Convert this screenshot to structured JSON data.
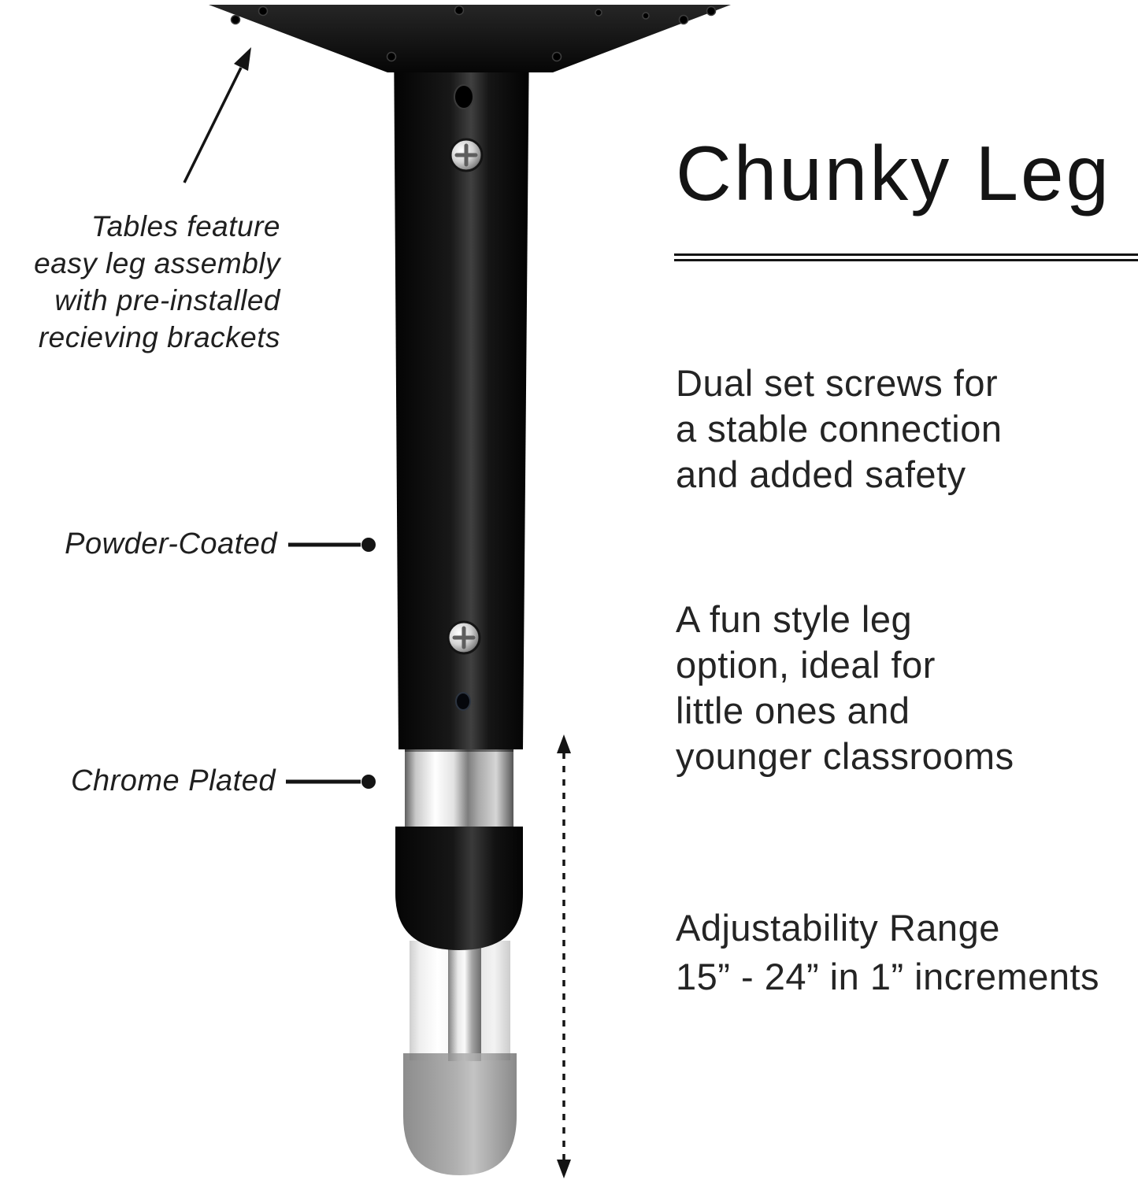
{
  "colors": {
    "background": "#ffffff",
    "ink": "#141414",
    "body_text": "#242424",
    "chrome_light": "#f2f2f2",
    "chrome_dark": "#5a5a5a",
    "ghost_gray": "#8f8f8f"
  },
  "left_annotations": {
    "assembly_note": {
      "lines": [
        "Tables feature",
        "easy leg assembly",
        "with pre-installed",
        "recieving brackets"
      ]
    },
    "powder_coated": "Powder-Coated",
    "chrome_plated": "Chrome Plated"
  },
  "right_panel": {
    "title": "Chunky Leg",
    "features": [
      {
        "lines": [
          "Dual set screws for",
          "a stable connection",
          "and added safety"
        ]
      },
      {
        "lines": [
          "A fun style leg",
          "option, ideal for",
          "little ones and",
          "younger classrooms"
        ]
      },
      {
        "lines": [
          "Adjustability Range",
          "15” - 24” in 1” increments"
        ]
      }
    ]
  },
  "icons": {
    "assembly_arrow": "up-right-arrow",
    "adjustability_arrow": "double-headed-dashed-arrow",
    "powder_pointer": "callout-line-dot",
    "chrome_pointer": "callout-line-dot"
  }
}
